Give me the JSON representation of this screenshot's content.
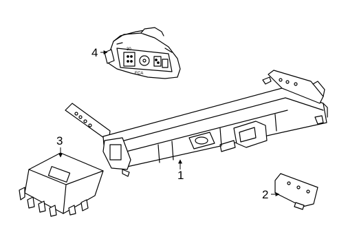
{
  "diagram": {
    "callouts": [
      {
        "label": "1"
      },
      {
        "label": "2"
      },
      {
        "label": "3"
      },
      {
        "label": "4"
      }
    ],
    "connector_markings": {
      "top_code": "30",
      "bottom_code": "ECA"
    },
    "colors": {
      "line": "#000000",
      "background": "#ffffff"
    }
  }
}
